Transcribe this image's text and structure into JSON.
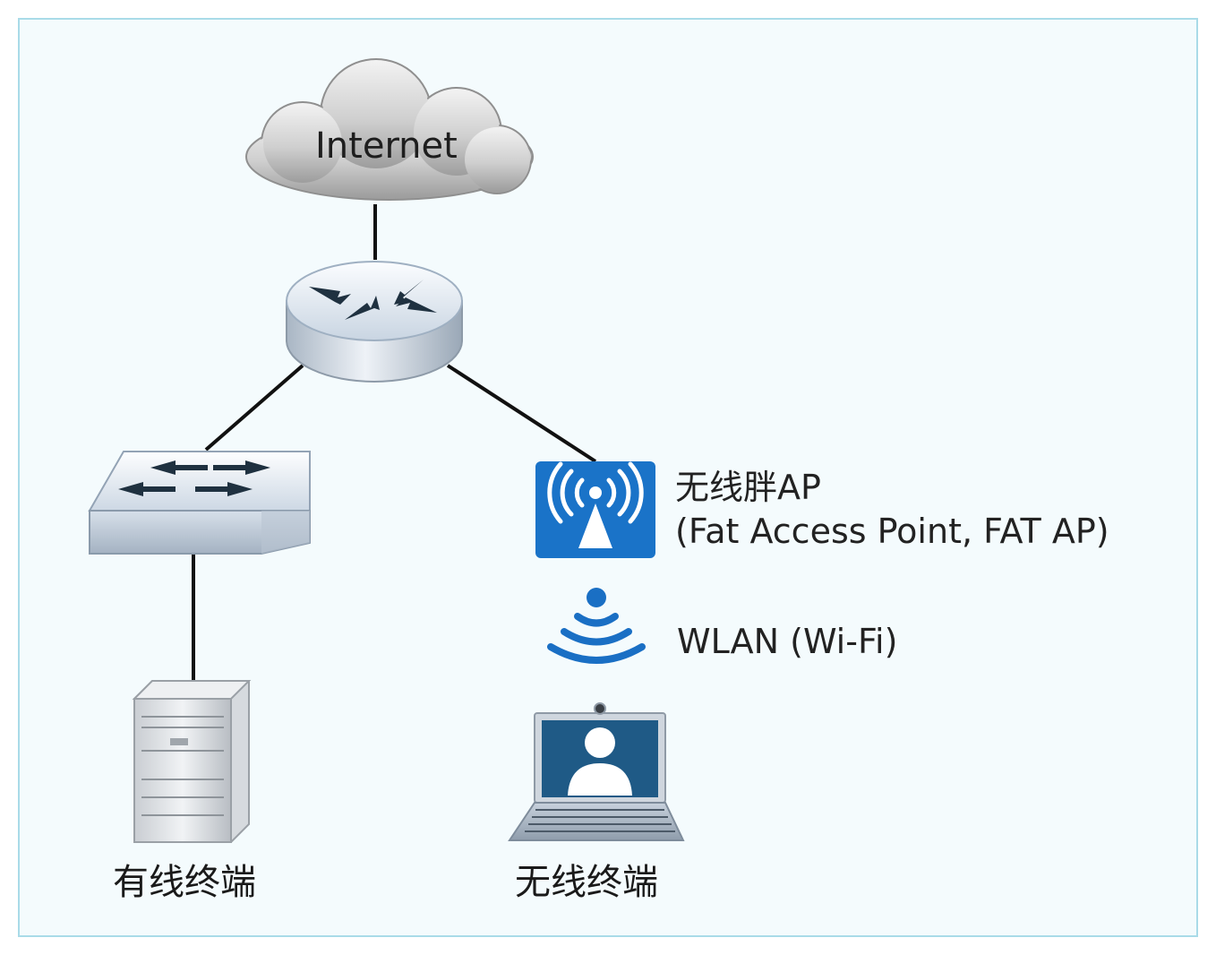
{
  "diagram": {
    "internet": {
      "label": "Internet"
    },
    "fat_ap": {
      "name": "无线胖AP",
      "description": "(Fat Access Point, FAT AP)"
    },
    "wlan": {
      "label": "WLAN (Wi-Fi)"
    },
    "wired_terminal": {
      "label": "有线终端"
    },
    "wireless_terminal": {
      "label": "无线终端"
    }
  },
  "colors": {
    "frame_border": "#a9dbe8",
    "frame_background": "#f4fbfd",
    "ap_blue": "#1a73c8",
    "wifi_blue": "#1a6fc4",
    "laptop_screen": "#1f5a86",
    "link_line": "#111111"
  }
}
